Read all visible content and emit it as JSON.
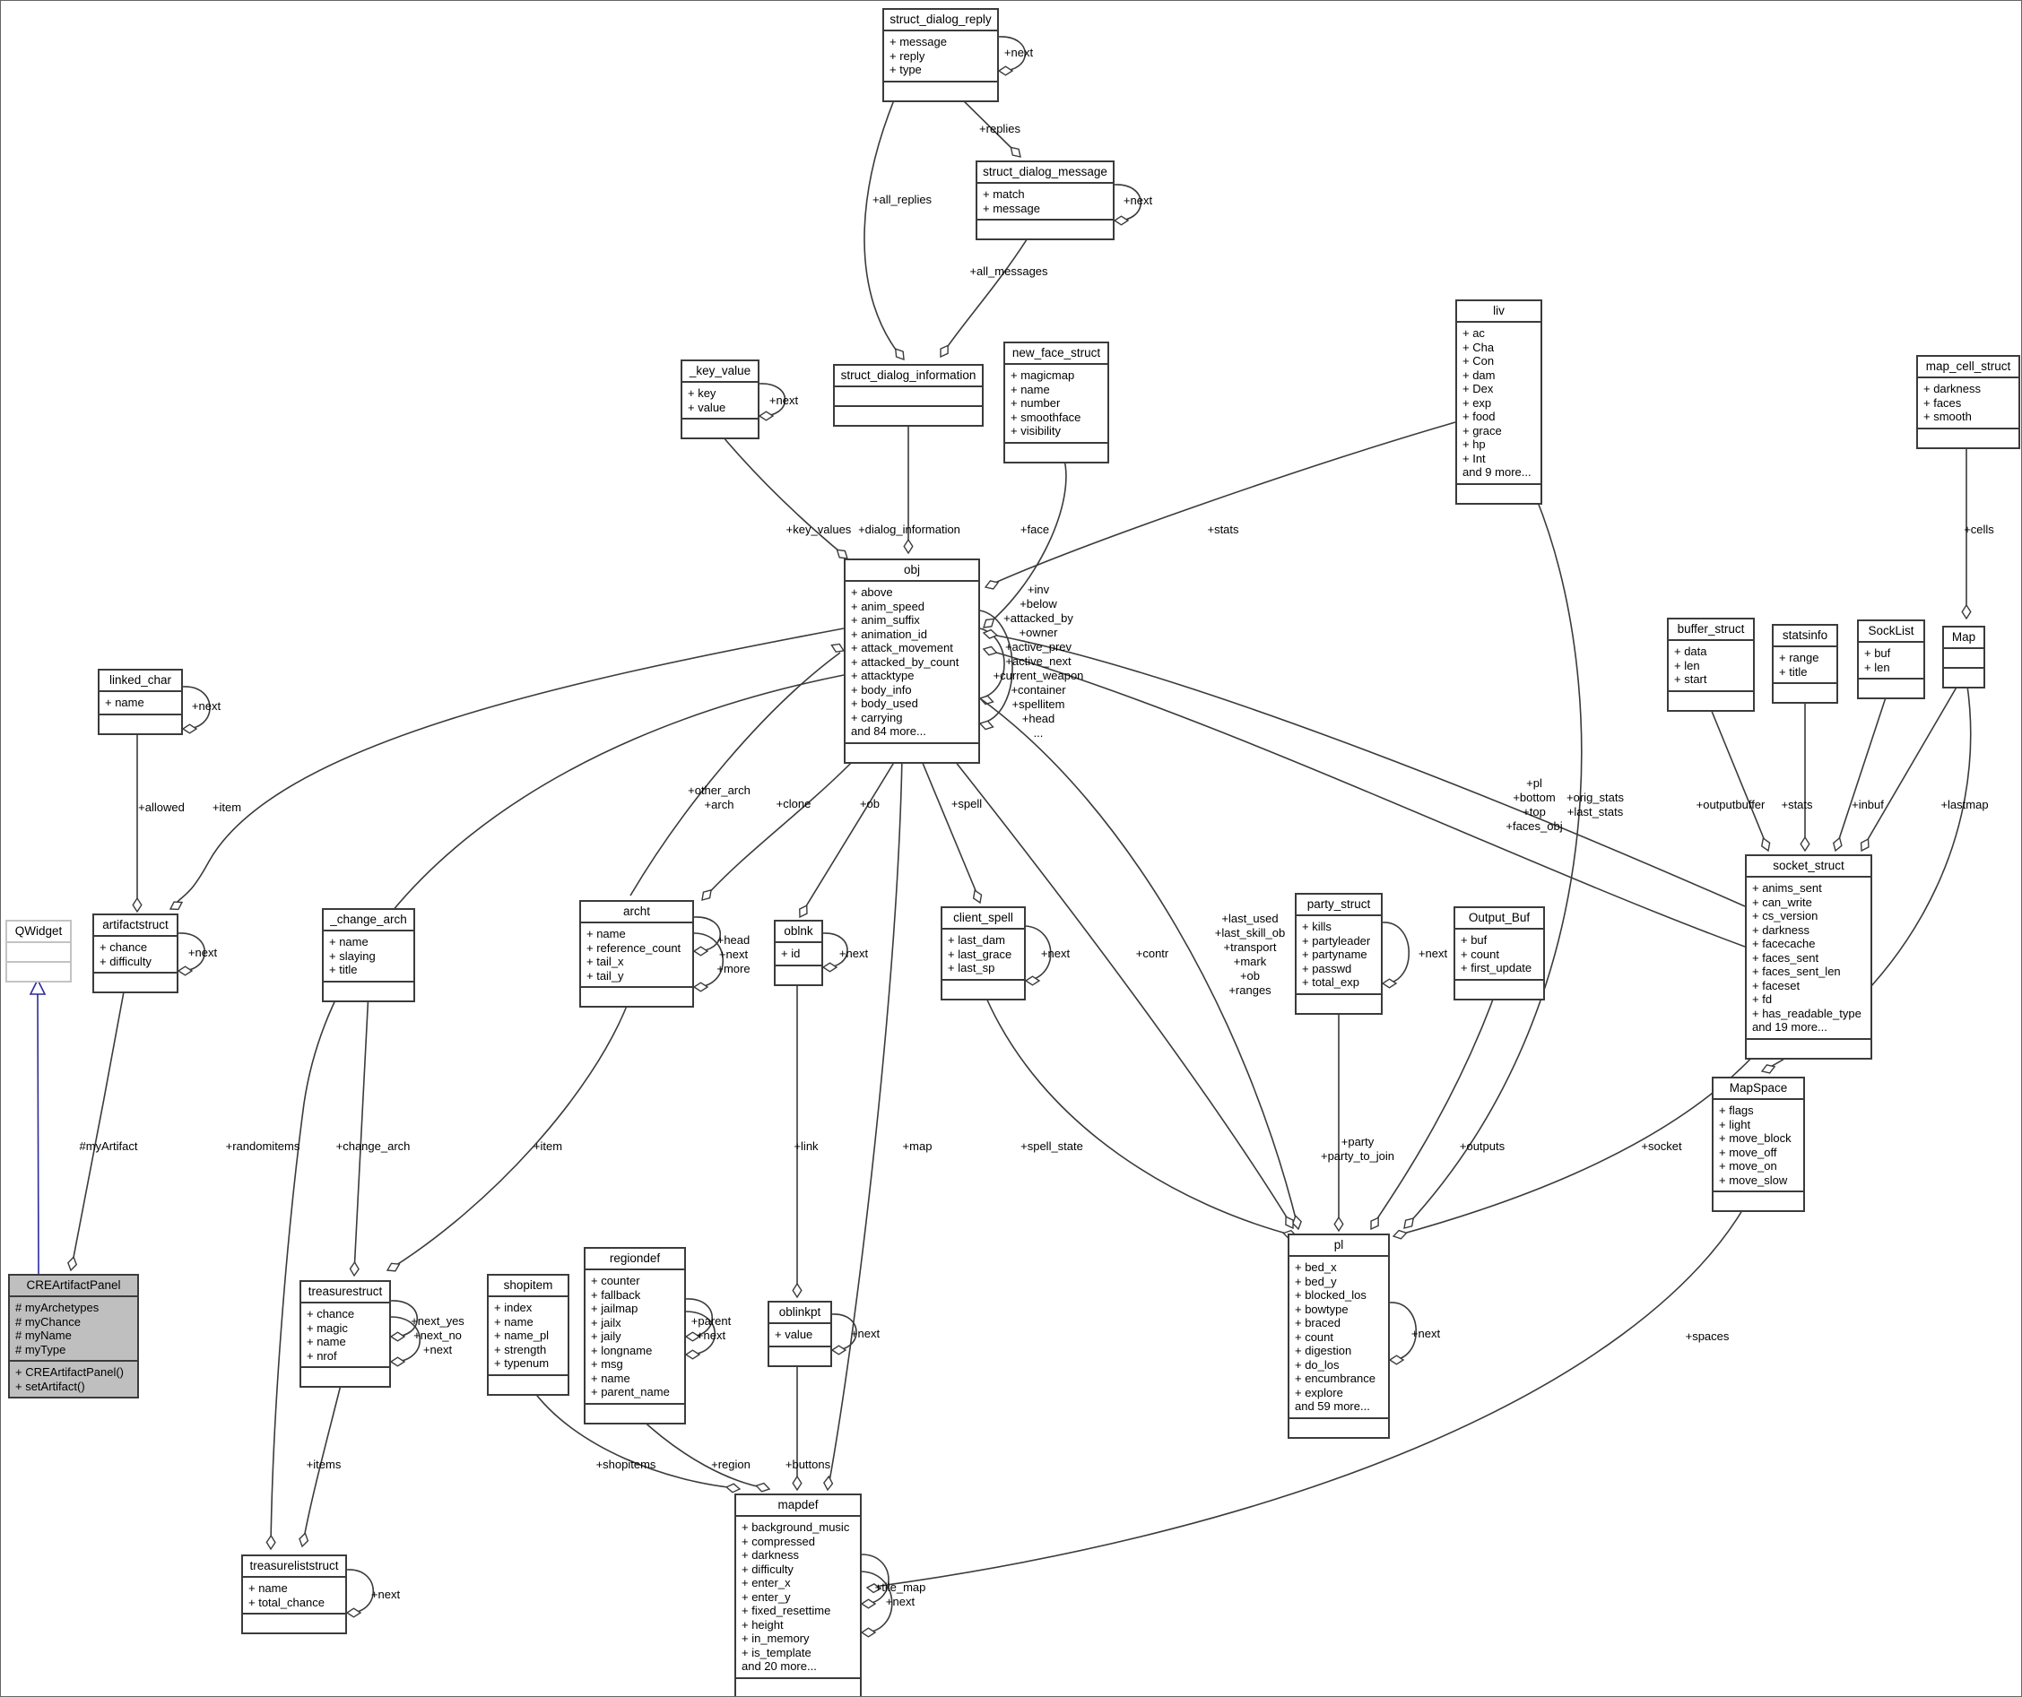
{
  "diagram": {
    "colors": {
      "background": "#ffffff",
      "box_fill": "#ffffff",
      "box_border": "#3b3b3b",
      "subject_fill": "#bfbfbf",
      "external_border": "#c3c3c3",
      "edge": "#3b3b3b",
      "inheritance_edge": "#2b2ba0",
      "text": "#000000"
    },
    "nodes": [
      {
        "id": "struct_dialog_reply",
        "title": "struct_dialog_reply",
        "fields": [
          "+ message",
          "+ reply",
          "+ type"
        ],
        "methods": []
      },
      {
        "id": "struct_dialog_message",
        "title": "struct_dialog_message",
        "fields": [
          "+ match",
          "+ message"
        ],
        "methods": []
      },
      {
        "id": "_key_value",
        "title": "_key_value",
        "fields": [
          "+ key",
          "+ value"
        ],
        "methods": []
      },
      {
        "id": "struct_dialog_information",
        "title": "struct_dialog_information",
        "fields": [],
        "methods": []
      },
      {
        "id": "new_face_struct",
        "title": "new_face_struct",
        "fields": [
          "+ magicmap",
          "+ name",
          "+ number",
          "+ smoothface",
          "+ visibility"
        ],
        "methods": []
      },
      {
        "id": "liv",
        "title": "liv",
        "fields": [
          "+ ac",
          "+ Cha",
          "+ Con",
          "+ dam",
          "+ Dex",
          "+ exp",
          "+ food",
          "+ grace",
          "+ hp",
          "+ Int",
          "and 9 more..."
        ],
        "methods": []
      },
      {
        "id": "map_cell_struct",
        "title": "map_cell_struct",
        "fields": [
          "+ darkness",
          "+ faces",
          "+ smooth"
        ],
        "methods": []
      },
      {
        "id": "obj",
        "title": "obj",
        "fields": [
          "+ above",
          "+ anim_speed",
          "+ anim_suffix",
          "+ animation_id",
          "+ attack_movement",
          "+ attacked_by_count",
          "+ attacktype",
          "+ body_info",
          "+ body_used",
          "+ carrying",
          "and 84 more..."
        ],
        "methods": []
      },
      {
        "id": "linked_char",
        "title": "linked_char",
        "fields": [
          "+ name"
        ],
        "methods": []
      },
      {
        "id": "buffer_struct",
        "title": "buffer_struct",
        "fields": [
          "+ data",
          "+ len",
          "+ start"
        ],
        "methods": []
      },
      {
        "id": "statsinfo",
        "title": "statsinfo",
        "fields": [
          "+ range",
          "+ title"
        ],
        "methods": []
      },
      {
        "id": "SockList",
        "title": "SockList",
        "fields": [
          "+ buf",
          "+ len"
        ],
        "methods": []
      },
      {
        "id": "Map",
        "title": "Map",
        "fields": [],
        "methods": []
      },
      {
        "id": "QWidget",
        "title": "QWidget",
        "fields": [],
        "methods": [],
        "emphasis": "external"
      },
      {
        "id": "artifactstruct",
        "title": "artifactstruct",
        "fields": [
          "+ chance",
          "+ difficulty"
        ],
        "methods": []
      },
      {
        "id": "_change_arch",
        "title": "_change_arch",
        "fields": [
          "+ name",
          "+ slaying",
          "+ title"
        ],
        "methods": []
      },
      {
        "id": "archt",
        "title": "archt",
        "fields": [
          "+ name",
          "+ reference_count",
          "+ tail_x",
          "+ tail_y"
        ],
        "methods": []
      },
      {
        "id": "oblnk",
        "title": "oblnk",
        "fields": [
          "+ id"
        ],
        "methods": []
      },
      {
        "id": "client_spell",
        "title": "client_spell",
        "fields": [
          "+ last_dam",
          "+ last_grace",
          "+ last_sp"
        ],
        "methods": []
      },
      {
        "id": "party_struct",
        "title": "party_struct",
        "fields": [
          "+ kills",
          "+ partyleader",
          "+ partyname",
          "+ passwd",
          "+ total_exp"
        ],
        "methods": []
      },
      {
        "id": "Output_Buf",
        "title": "Output_Buf",
        "fields": [
          "+ buf",
          "+ count",
          "+ first_update"
        ],
        "methods": []
      },
      {
        "id": "socket_struct",
        "title": "socket_struct",
        "fields": [
          "+ anims_sent",
          "+ can_write",
          "+ cs_version",
          "+ darkness",
          "+ facecache",
          "+ faces_sent",
          "+ faces_sent_len",
          "+ faceset",
          "+ fd",
          "+ has_readable_type",
          "and 19 more..."
        ],
        "methods": []
      },
      {
        "id": "MapSpace",
        "title": "MapSpace",
        "fields": [
          "+ flags",
          "+ light",
          "+ move_block",
          "+ move_off",
          "+ move_on",
          "+ move_slow"
        ],
        "methods": []
      },
      {
        "id": "CREArtifactPanel",
        "title": "CREArtifactPanel",
        "fields": [
          "# myArchetypes",
          "# myChance",
          "# myName",
          "# myType"
        ],
        "methods": [
          "+ CREArtifactPanel()",
          "+ setArtifact()"
        ],
        "emphasis": "subject"
      },
      {
        "id": "treasurestruct",
        "title": "treasurestruct",
        "fields": [
          "+ chance",
          "+ magic",
          "+ name",
          "+ nrof"
        ],
        "methods": []
      },
      {
        "id": "shopitem",
        "title": "shopitem",
        "fields": [
          "+ index",
          "+ name",
          "+ name_pl",
          "+ strength",
          "+ typenum"
        ],
        "methods": []
      },
      {
        "id": "regiondef",
        "title": "regiondef",
        "fields": [
          "+ counter",
          "+ fallback",
          "+ jailmap",
          "+ jailx",
          "+ jaily",
          "+ longname",
          "+ msg",
          "+ name",
          "+ parent_name"
        ],
        "methods": []
      },
      {
        "id": "oblinkpt",
        "title": "oblinkpt",
        "fields": [
          "+ value"
        ],
        "methods": []
      },
      {
        "id": "pl",
        "title": "pl",
        "fields": [
          "+ bed_x",
          "+ bed_y",
          "+ blocked_los",
          "+ bowtype",
          "+ braced",
          "+ count",
          "+ digestion",
          "+ do_los",
          "+ encumbrance",
          "+ explore",
          "and 59 more..."
        ],
        "methods": []
      },
      {
        "id": "treasureliststruct",
        "title": "treasureliststruct",
        "fields": [
          "+ name",
          "+ total_chance"
        ],
        "methods": []
      },
      {
        "id": "mapdef",
        "title": "mapdef",
        "fields": [
          "+ background_music",
          "+ compressed",
          "+ darkness",
          "+ difficulty",
          "+ enter_x",
          "+ enter_y",
          "+ fixed_resettime",
          "+ height",
          "+ in_memory",
          "+ is_template",
          "and 20 more..."
        ],
        "methods": []
      }
    ],
    "edge_labels": [
      {
        "id": "reply-next",
        "text": "+next"
      },
      {
        "id": "replies",
        "text": "+replies"
      },
      {
        "id": "all-replies",
        "text": "+all_replies"
      },
      {
        "id": "message-next",
        "text": "+next"
      },
      {
        "id": "all-messages",
        "text": "+all_messages"
      },
      {
        "id": "key-value-next",
        "text": "+next"
      },
      {
        "id": "key-values",
        "text": "+key_values"
      },
      {
        "id": "dialog-information",
        "text": "+dialog_information"
      },
      {
        "id": "face",
        "text": "+face"
      },
      {
        "id": "liv-stats",
        "text": "+stats"
      },
      {
        "id": "cells",
        "text": "+cells"
      },
      {
        "id": "obj-loop",
        "text": "+inv\n+below\n+attacked_by\n+owner\n+active_prev\n+active_next\n+current_weapon\n+container\n+spellitem\n+head\n..."
      },
      {
        "id": "linked-char-next",
        "text": "+next"
      },
      {
        "id": "allowed",
        "text": "+allowed"
      },
      {
        "id": "artifact-item",
        "text": "+item"
      },
      {
        "id": "artifact-next",
        "text": "+next"
      },
      {
        "id": "other-arch",
        "text": "+other_arch\n+arch"
      },
      {
        "id": "clone",
        "text": "+clone"
      },
      {
        "id": "ob",
        "text": "+ob"
      },
      {
        "id": "spell",
        "text": "+spell"
      },
      {
        "id": "pl-bottom-top-faces",
        "text": "+pl\n+bottom\n+top\n+faces_obj"
      },
      {
        "id": "orig-last-stats",
        "text": "+orig_stats\n+last_stats"
      },
      {
        "id": "outputbuffer",
        "text": "+outputbuffer"
      },
      {
        "id": "socket-stats",
        "text": "+stats"
      },
      {
        "id": "inbuf",
        "text": "+inbuf"
      },
      {
        "id": "lastmap",
        "text": "+lastmap"
      },
      {
        "id": "archt-loop",
        "text": "+head\n+next\n+more"
      },
      {
        "id": "oblnk-next",
        "text": "+next"
      },
      {
        "id": "client-spell-next",
        "text": "+next"
      },
      {
        "id": "contr",
        "text": "+contr"
      },
      {
        "id": "pl-obj-refs",
        "text": "+last_used\n+last_skill_ob\n+transport\n+mark\n+ob\n+ranges"
      },
      {
        "id": "party-next",
        "text": "+next"
      },
      {
        "id": "my-artifact",
        "text": "#myArtifact"
      },
      {
        "id": "randomitems",
        "text": "+randomitems"
      },
      {
        "id": "change-arch",
        "text": "+change_arch"
      },
      {
        "id": "treasure-item",
        "text": "+item"
      },
      {
        "id": "link",
        "text": "+link"
      },
      {
        "id": "map",
        "text": "+map"
      },
      {
        "id": "spell-state",
        "text": "+spell_state"
      },
      {
        "id": "party",
        "text": "+party\n+party_to_join"
      },
      {
        "id": "outputs",
        "text": "+outputs"
      },
      {
        "id": "socket",
        "text": "+socket"
      },
      {
        "id": "treasure-loop",
        "text": "+next_yes\n+next_no\n+next"
      },
      {
        "id": "regiondef-loop",
        "text": "+parent\n+next"
      },
      {
        "id": "oblinkpt-next",
        "text": "+next"
      },
      {
        "id": "pl-next",
        "text": "+next"
      },
      {
        "id": "spaces",
        "text": "+spaces"
      },
      {
        "id": "items",
        "text": "+items"
      },
      {
        "id": "shopitems",
        "text": "+shopitems"
      },
      {
        "id": "region",
        "text": "+region"
      },
      {
        "id": "buttons",
        "text": "+buttons"
      },
      {
        "id": "treasurelist-next",
        "text": "+next"
      },
      {
        "id": "mapdef-loop",
        "text": "+tile_map\n+next"
      }
    ]
  }
}
